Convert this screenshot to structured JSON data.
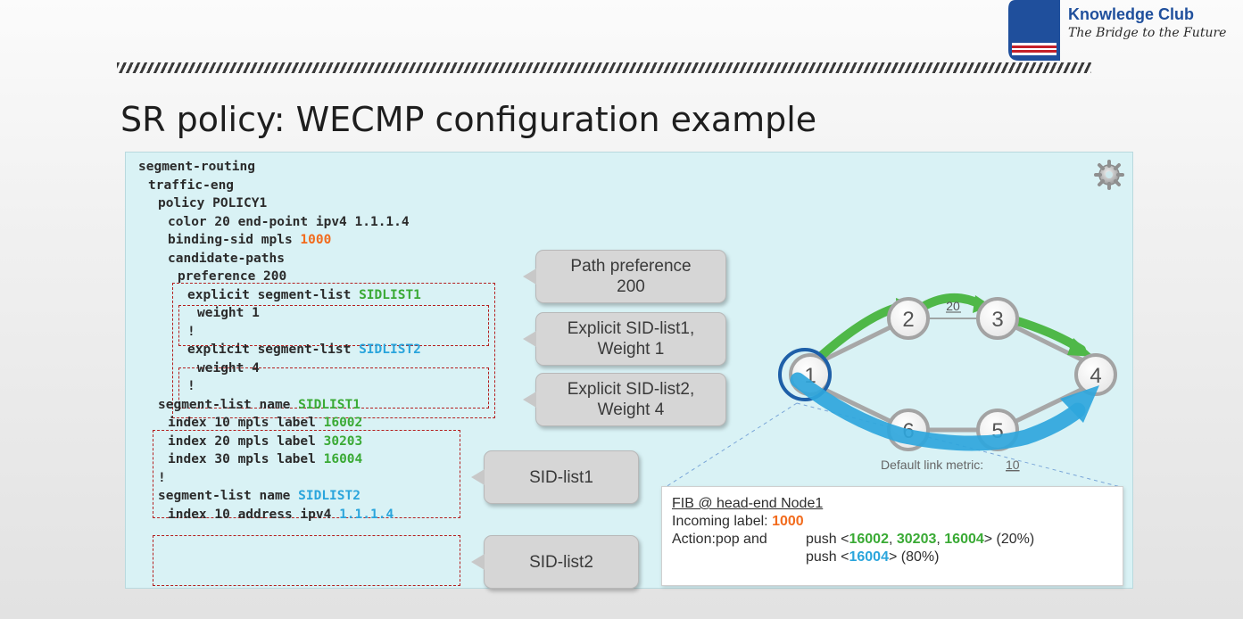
{
  "brand": {
    "name": "Knowledge Club",
    "tagline": "The Bridge to the Future",
    "colors": {
      "brand_blue": "#1f4f9c",
      "accent_red": "#c4202a"
    }
  },
  "slide": {
    "title": "SR policy: WECMP configuration example"
  },
  "config": {
    "lines": {
      "l1": "segment-routing",
      "l2": "traffic-eng",
      "l3": "policy POLICY1",
      "l4": "color 20 end-point ipv4 1.1.1.4",
      "l5_prefix": "binding-sid mpls ",
      "l5_value": "1000",
      "l6": "candidate-paths",
      "l7": "preference 200",
      "l8_prefix": "explicit segment-list ",
      "l8_value": "SIDLIST1",
      "l9": "weight 1",
      "l10": "!",
      "l11_prefix": "explicit segment-list ",
      "l11_value": "SIDLIST2",
      "l12": "weight 4",
      "l13": "!",
      "l14_prefix": "segment-list name ",
      "l14_value": "SIDLIST1",
      "l15_prefix": "index 10 mpls label ",
      "l15_value": "16002",
      "l16_prefix": "index 20 mpls label ",
      "l16_value": "30203",
      "l17_prefix": "index 30 mpls label ",
      "l17_value": "16004",
      "l18": "!",
      "l19_prefix": "segment-list name ",
      "l19_value": "SIDLIST2",
      "l20_prefix": "index 10 address ipv4 ",
      "l20_value": "1.1.1.4"
    }
  },
  "callouts": {
    "path_preference": {
      "line1": "Path preference",
      "line2": "200"
    },
    "sidlist1_weight": {
      "line1": "Explicit SID-list1,",
      "line2": "Weight 1"
    },
    "sidlist2_weight": {
      "line1": "Explicit SID-list2,",
      "line2": "Weight 4"
    },
    "sidlist1": "SID-list1",
    "sidlist2": "SID-list2"
  },
  "topology": {
    "nodes": {
      "n1": "1",
      "n2": "2",
      "n3": "3",
      "n4": "4",
      "n5": "5",
      "n6": "6"
    },
    "link_metric_label": "20",
    "default_metric_text": "Default link metric: ",
    "default_metric_value": "10"
  },
  "fib": {
    "title": "FIB @ head-end Node1",
    "incoming_label_text": "Incoming label: ",
    "incoming_label_value": "1000",
    "action_text": "Action:pop and",
    "push_text": "push <",
    "label_16002": "16002",
    "label_30203": "30203",
    "label_16004": "16004",
    "sep": ", ",
    "close_percent_1": "> (20%)",
    "close_percent_2": "> (80%)"
  },
  "colors": {
    "panel_bg": "#d9f2f5",
    "highlight_orange": "#f26b1d",
    "highlight_green": "#3aaa35",
    "highlight_blue": "#2aa5dc",
    "dashed_box_red": "#b41f1f"
  }
}
